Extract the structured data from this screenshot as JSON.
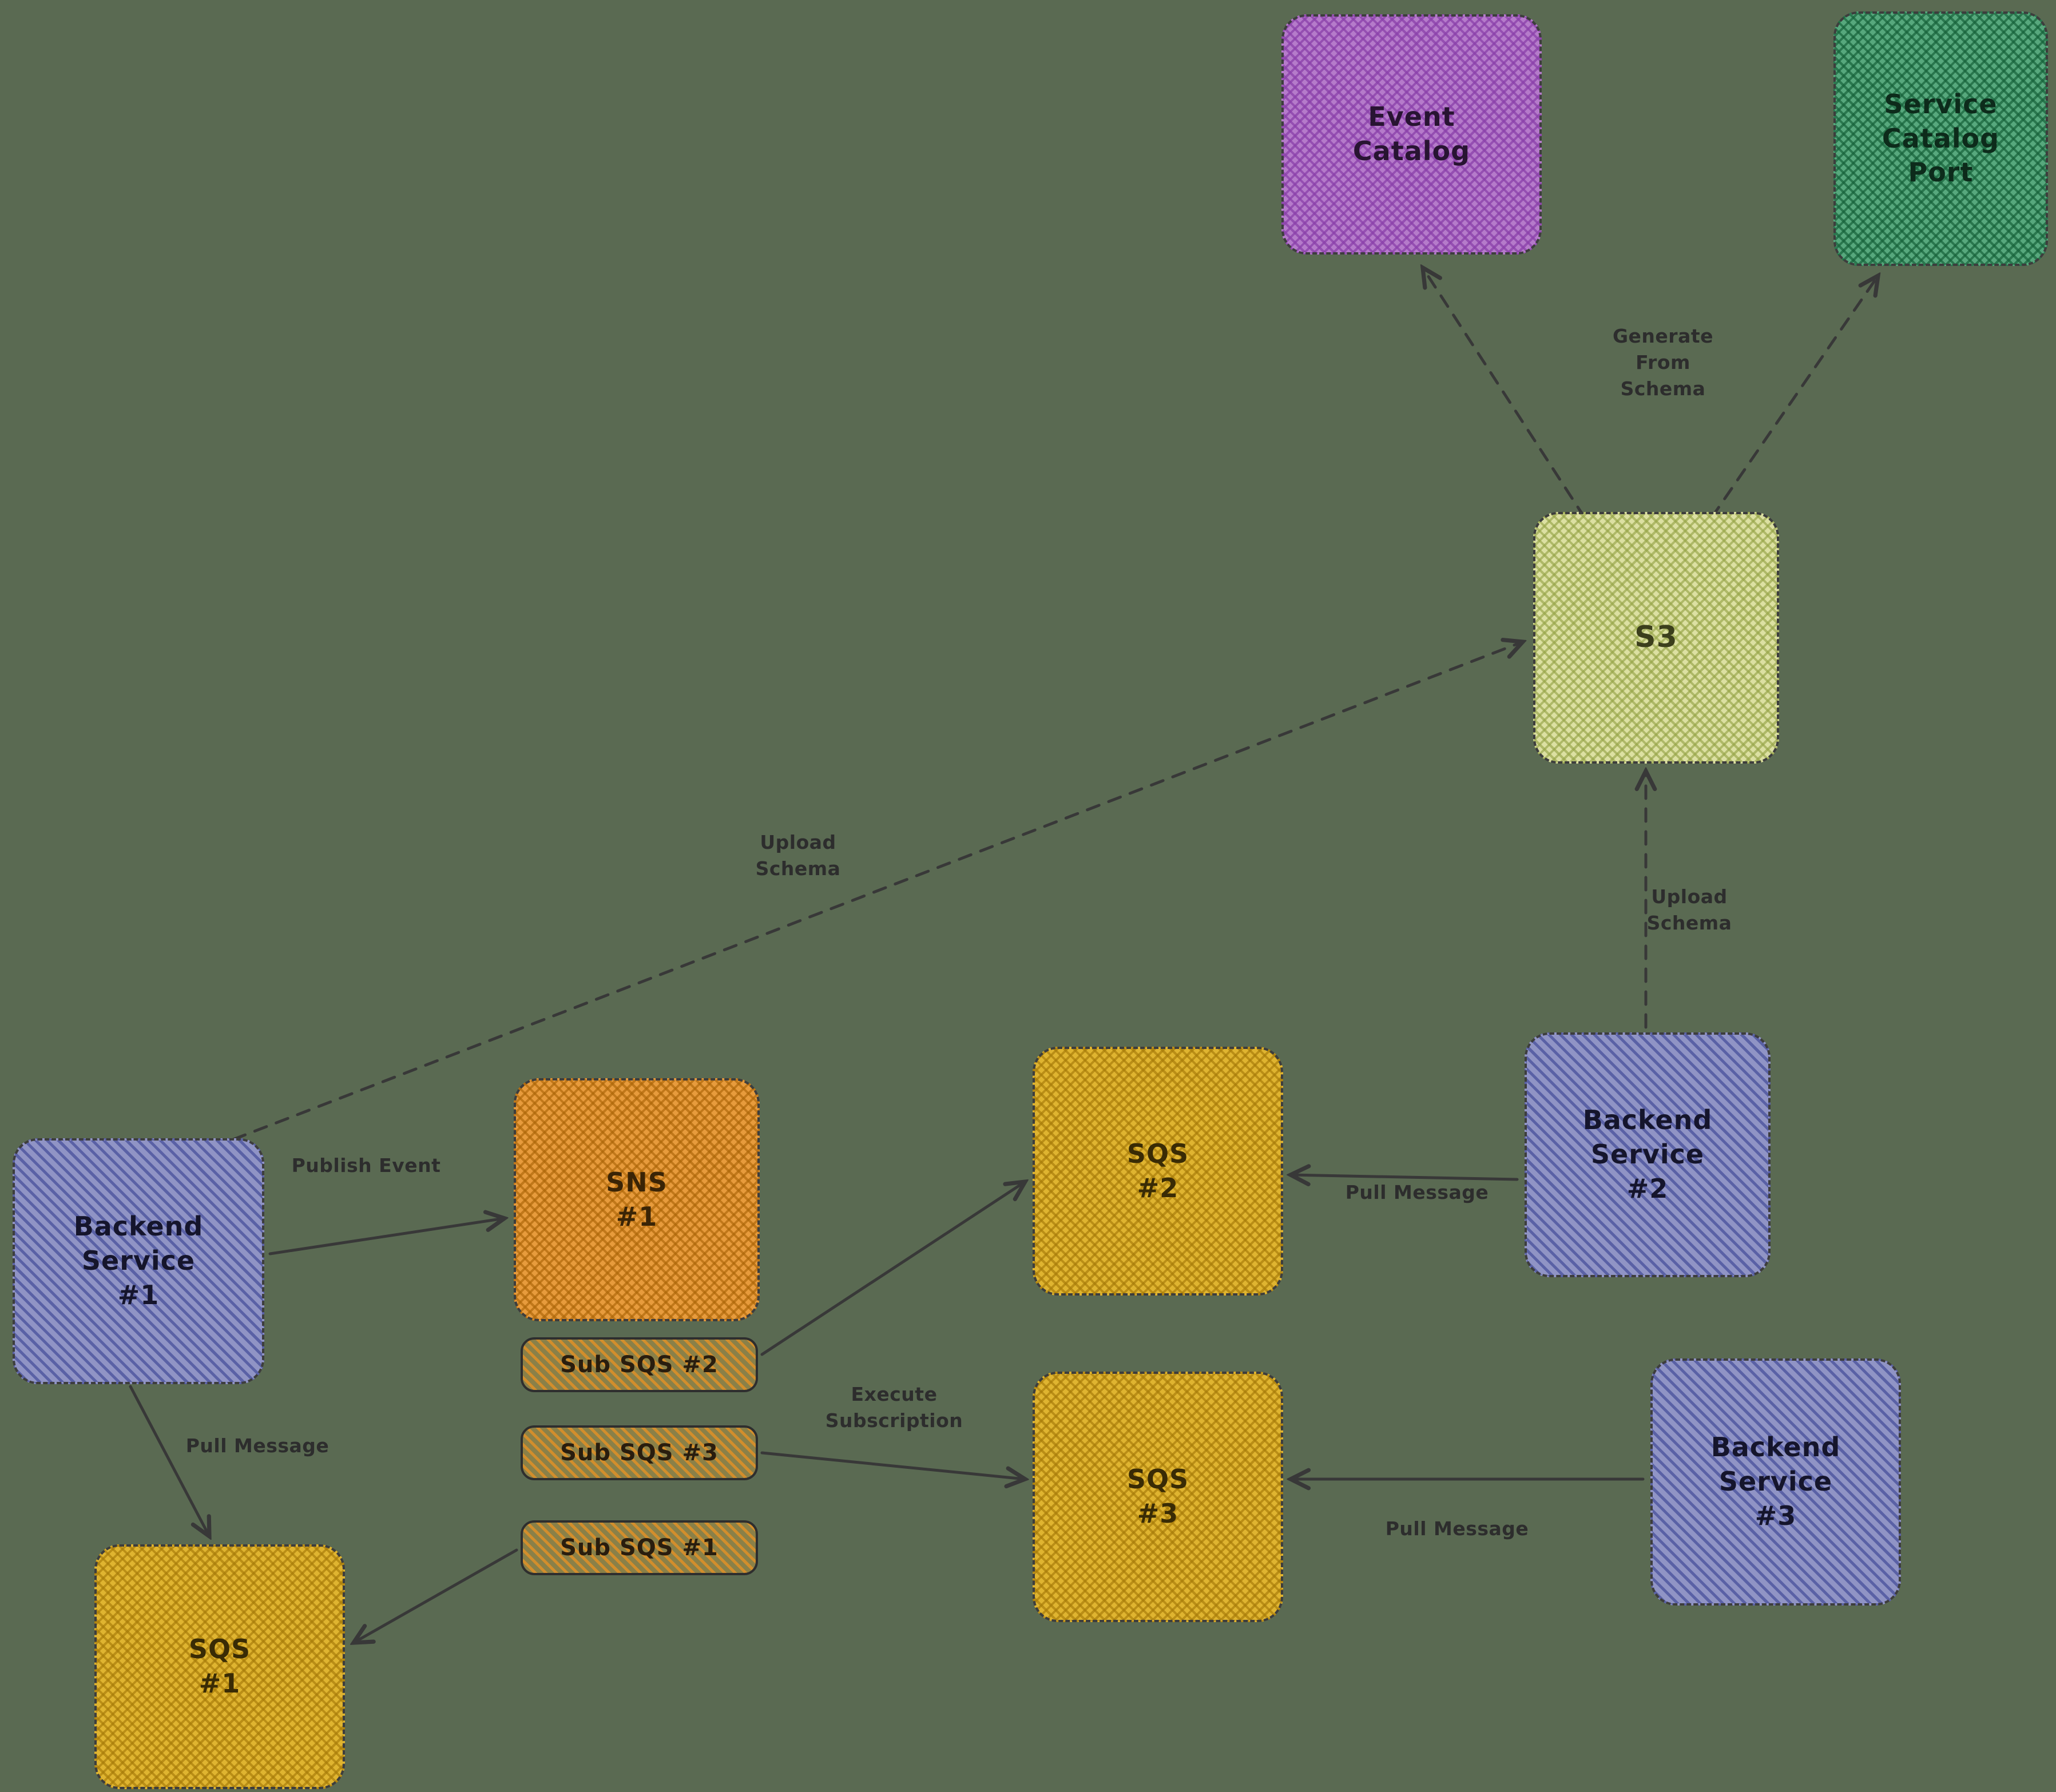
{
  "diagram": {
    "background_color": "#5a6a52",
    "arrow_color": "#383838",
    "nodes": {
      "event_catalog": {
        "label": "Event\nCatalog",
        "fill": "#b57bca",
        "border": "dashed"
      },
      "service_catalog_port": {
        "label": "Service\nCatalog\nPort",
        "fill": "#57a87d",
        "border": "dashed"
      },
      "s3": {
        "label": "S3",
        "fill": "#dce0a2",
        "border": "dashed"
      },
      "backend_service_1": {
        "label": "Backend\nService\n#1",
        "fill": "#9094c5",
        "border": "dashed"
      },
      "sns_1": {
        "label": "SNS\n#1",
        "fill": "#e79b3c",
        "border": "dashed"
      },
      "sub_sqs_2": {
        "label": "Sub SQS #2",
        "fill": "#d28e2c",
        "border": "solid"
      },
      "sub_sqs_3": {
        "label": "Sub SQS #3",
        "fill": "#d28e2c",
        "border": "solid"
      },
      "sub_sqs_1": {
        "label": "Sub SQS #1",
        "fill": "#d28e2c",
        "border": "solid"
      },
      "sqs_2": {
        "label": "SQS\n#2",
        "fill": "#dfb430",
        "border": "dashed"
      },
      "sqs_3": {
        "label": "SQS\n#3",
        "fill": "#dfb430",
        "border": "dashed"
      },
      "sqs_1": {
        "label": "SQS\n#1",
        "fill": "#dfb430",
        "border": "dashed"
      },
      "backend_service_2": {
        "label": "Backend\nService\n#2",
        "fill": "#9094c5",
        "border": "dashed"
      },
      "backend_service_3": {
        "label": "Backend\nService\n#3",
        "fill": "#9094c5",
        "border": "dashed"
      }
    },
    "edge_labels": {
      "publish_event": "Publish Event",
      "pull_message": "Pull Message",
      "execute_subscription": "Execute Subscription",
      "upload_schema": "Upload\nSchema",
      "generate_from_schema": "Generate\nFrom\nSchema"
    },
    "edges": [
      {
        "from": "S3",
        "to": "Event Catalog",
        "style": "dashed",
        "label": "Generate From Schema"
      },
      {
        "from": "S3",
        "to": "Service Catalog Port",
        "style": "dashed",
        "label": "Generate From Schema"
      },
      {
        "from": "Backend Service #1",
        "to": "S3",
        "style": "dashed",
        "label": "Upload Schema"
      },
      {
        "from": "Backend Service #2",
        "to": "S3",
        "style": "dashed",
        "label": "Upload Schema"
      },
      {
        "from": "Backend Service #1",
        "to": "SNS #1",
        "style": "solid",
        "label": "Publish Event"
      },
      {
        "from": "Backend Service #1",
        "to": "SQS #1",
        "style": "solid",
        "label": "Pull Message"
      },
      {
        "from": "Sub SQS #2",
        "to": "SQS #2",
        "style": "solid",
        "label": "Execute Subscription"
      },
      {
        "from": "Sub SQS #3",
        "to": "SQS #3",
        "style": "solid",
        "label": "Execute Subscription"
      },
      {
        "from": "Sub SQS #1",
        "to": "SQS #1",
        "style": "solid",
        "label": ""
      },
      {
        "from": "Backend Service #2",
        "to": "SQS #2",
        "style": "solid",
        "label": "Pull Message"
      },
      {
        "from": "Backend Service #3",
        "to": "SQS #3",
        "style": "solid",
        "label": "Pull Message"
      }
    ]
  }
}
